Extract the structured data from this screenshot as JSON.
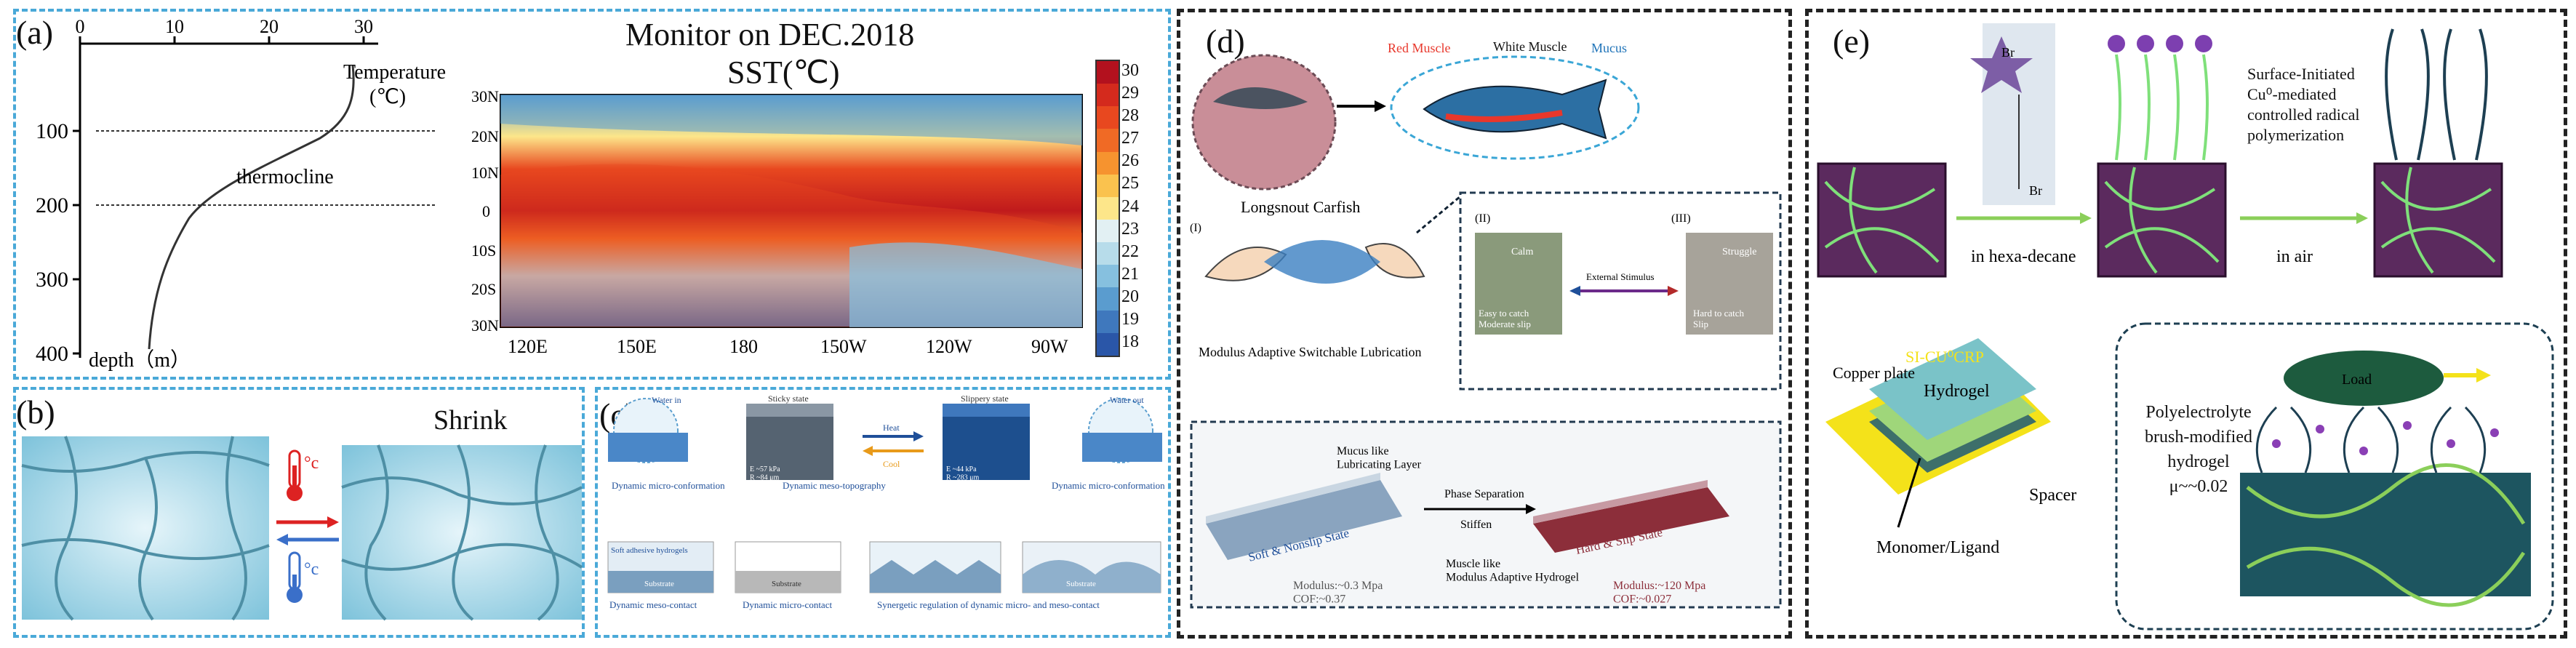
{
  "panels": {
    "a": {
      "letter": "(a)",
      "profile": {
        "x_ticks": [
          "0",
          "10",
          "20",
          "30"
        ],
        "y_ticks": [
          "100",
          "200",
          "300",
          "400"
        ],
        "temperature_label": "Temperature",
        "temperature_unit": "(℃)",
        "thermocline_label": "thermocline",
        "depth_label": "depth（m）"
      },
      "map": {
        "title_line1": "Monitor on DEC.2018",
        "title_line2": "SST(℃)",
        "lat_labels": [
          "30N",
          "20N",
          "10N",
          "0",
          "10S",
          "20S",
          "30N"
        ],
        "lon_labels": [
          "120E",
          "150E",
          "180",
          "150W",
          "120W",
          "90W"
        ],
        "colorbar_labels": [
          "30",
          "29",
          "28",
          "27",
          "26",
          "25",
          "24",
          "23",
          "22",
          "21",
          "20",
          "19",
          "18"
        ],
        "colorbar_colors": [
          "#b3111e",
          "#d42a1d",
          "#e8481f",
          "#f06a25",
          "#f6932f",
          "#fac24e",
          "#fde68a",
          "#e2f0f3",
          "#b7dcea",
          "#86c0df",
          "#5a9ccf",
          "#3f78bd",
          "#2a56a8"
        ]
      }
    },
    "b": {
      "letter": "(b)",
      "shrink_label": "Shrink",
      "hot_label": "°c",
      "cold_label": "°c"
    },
    "c": {
      "letter": "(c)",
      "top_labels": {
        "sticky_state": "Sticky state",
        "slippery_state": "Slippery state",
        "water_in": "Water in",
        "water_out": "Water out",
        "heat": "Heat",
        "cool": "Cool",
        "moduli_left": "E ~57 kPa\nR ~84 μm",
        "moduli_right": "E ~44 kPa\nR ~283 μm"
      },
      "captions_top": [
        "Dynamic micro-conformation",
        "Dynamic meso-topography",
        "Dynamic micro-conformation"
      ],
      "inset_labels": [
        "Soft adhesive hydrogels",
        "Substrate",
        "Substrate",
        "Substrate"
      ],
      "captions_bottom": [
        "Dynamic meso-contact",
        "Dynamic micro-contact",
        "Synergetic regulation of dynamic micro- and meso-contact"
      ]
    },
    "d": {
      "letter": "(d)",
      "fish_name": "Longsnout Carfish",
      "muscle_labels": {
        "red": "Red Muscle",
        "white": "White Muscle",
        "mucus": "Mucus"
      },
      "roman": [
        "(I)",
        "(II)",
        "(III)"
      ],
      "switchable_caption": "Modulus Adaptive Switchable Lubrication",
      "state_calm": "Calm",
      "state_struggle": "Struggle",
      "easy_catch": "Easy to catch\nModerate slip",
      "hard_catch": "Hard to catch\nSlip",
      "external_stimulus": "External Stimulus",
      "mucus_like": "Mucus like\nLubricating Layer",
      "phase_separation": "Phase Separation",
      "stiffen": "Stiffen",
      "soft_state": "Soft & Nonslip State",
      "hard_state": "Hard & Slip State",
      "muscle_like": "Muscle like\nModulus Adaptive Hydrogel",
      "soft_props": "Modulus:~0.3 Mpa\nCOF:~0.37",
      "hard_props": "Modulus:~120 Mpa\nCOF:~0.027"
    },
    "e": {
      "letter": "(e)",
      "br_top": "Br",
      "br_bottom": "Br",
      "in_hexadecane": "in hexa-decane",
      "in_air": "in air",
      "si_text": "Surface-Initiated\nCu⁰-mediated\ncontrolled radical\npolymerization",
      "copper_plate": "Copper plate",
      "si_cu_crp": "SI-CU⁰CRP",
      "hydrogel": "Hydrogel",
      "spacer": "Spacer",
      "monomer": "Monomer/Ligand",
      "load": "Load",
      "brush_text": "Polyelectrolyte\nbrush-modified\nhydrogel\nμ~~0.02"
    }
  }
}
